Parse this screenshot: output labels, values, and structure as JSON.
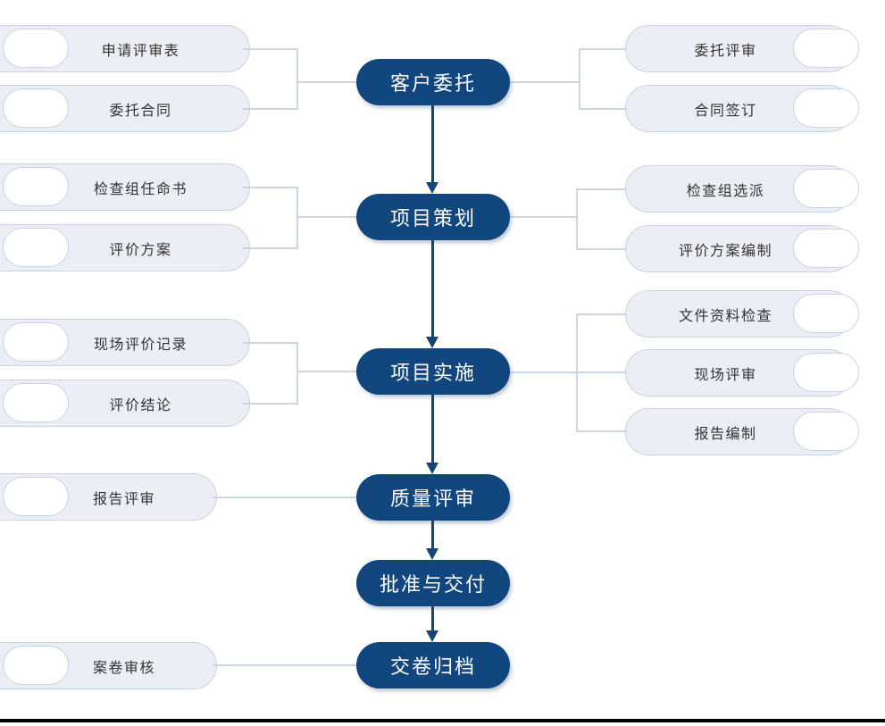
{
  "colors": {
    "node_fill": "#11467F",
    "arrow": "#124679",
    "connector": "#ccd5e3",
    "shape_fill": "#ebeef5",
    "shape_border": "#c9d3e2",
    "bottom_rule": "#000000"
  },
  "flow": {
    "stages": [
      {
        "label": "客户委托"
      },
      {
        "label": "项目策划"
      },
      {
        "label": "项目实施"
      },
      {
        "label": "质量评审"
      },
      {
        "label": "批准与交付"
      },
      {
        "label": "交卷归档"
      }
    ],
    "left_documents": [
      {
        "label": "申请评审表"
      },
      {
        "label": "委托合同"
      },
      {
        "label": "检查组任命书"
      },
      {
        "label": "评价方案"
      },
      {
        "label": "现场评价记录"
      },
      {
        "label": "评价结论"
      },
      {
        "label": "报告评审"
      },
      {
        "label": "案卷审核"
      }
    ],
    "right_activities": [
      {
        "label": "委托评审"
      },
      {
        "label": "合同签订"
      },
      {
        "label": "检查组选派"
      },
      {
        "label": "评价方案编制"
      },
      {
        "label": "文件资料检查"
      },
      {
        "label": "现场评审"
      },
      {
        "label": "报告编制"
      }
    ]
  }
}
